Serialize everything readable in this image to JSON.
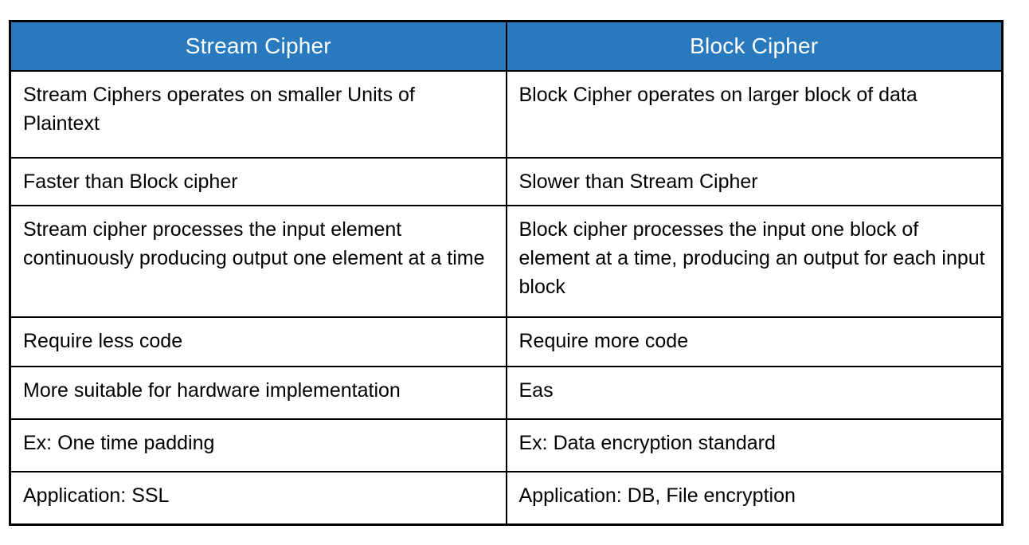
{
  "colors": {
    "header_bg": "#2879bd",
    "header_text": "#ffffff",
    "border": "#000000",
    "body_text": "#000000",
    "page_bg": "#ffffff"
  },
  "table": {
    "headers": [
      "Stream Cipher",
      "Block Cipher"
    ],
    "rows": [
      {
        "stream": "Stream Ciphers operates on smaller Units of Plaintext",
        "block": "Block Cipher operates on larger block of data"
      },
      {
        "stream": "Faster than Block cipher",
        "block": "Slower than Stream Cipher"
      },
      {
        "stream": "Stream cipher processes the input element continuously producing output one element at a time",
        "block": "Block cipher processes the input one block of element at a time, producing an output for each input block"
      },
      {
        "stream": "Require less code",
        "block": "Require more code"
      },
      {
        "stream": "More suitable for hardware implementation",
        "block": "Eas"
      },
      {
        "stream": "Ex: One time padding",
        "block": "Ex: Data encryption standard"
      },
      {
        "stream": "Application: SSL",
        "block": "Application: DB, File encryption"
      }
    ]
  }
}
